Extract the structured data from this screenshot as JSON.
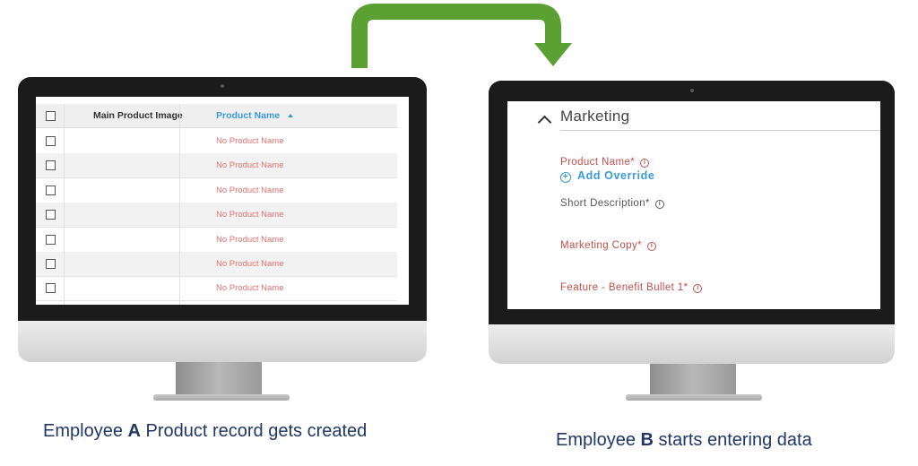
{
  "colors": {
    "arrow": "#5aa032",
    "link_blue": "#3a9ad9",
    "error_red": "#e07070",
    "caption": "#1f3864"
  },
  "left_monitor": {
    "table": {
      "columns": [
        "Main Product Image",
        "Product Name"
      ],
      "sort_indicator": "ascending",
      "rows": [
        {
          "product_name": "No Product Name"
        },
        {
          "product_name": "No Product Name"
        },
        {
          "product_name": "No Product Name"
        },
        {
          "product_name": "No Product Name"
        },
        {
          "product_name": "No Product Name"
        },
        {
          "product_name": "No Product Name"
        },
        {
          "product_name": "No Product Name"
        }
      ]
    }
  },
  "right_monitor": {
    "section_title": "Marketing",
    "fields": [
      {
        "label": "Product Name*",
        "color": "#c0504d"
      },
      {
        "label": "Short Description*",
        "color": "#555555"
      },
      {
        "label": "Marketing Copy*",
        "color": "#c0504d"
      },
      {
        "label": "Feature - Benefit Bullet 1*",
        "color": "#c0504d"
      }
    ],
    "add_override_label": "Add Override"
  },
  "captions": {
    "left": {
      "prefix": "Employee ",
      "bold": "A",
      "suffix": " Product record gets created"
    },
    "right": {
      "prefix": "Employee ",
      "bold": "B",
      "suffix": " starts entering data"
    }
  }
}
